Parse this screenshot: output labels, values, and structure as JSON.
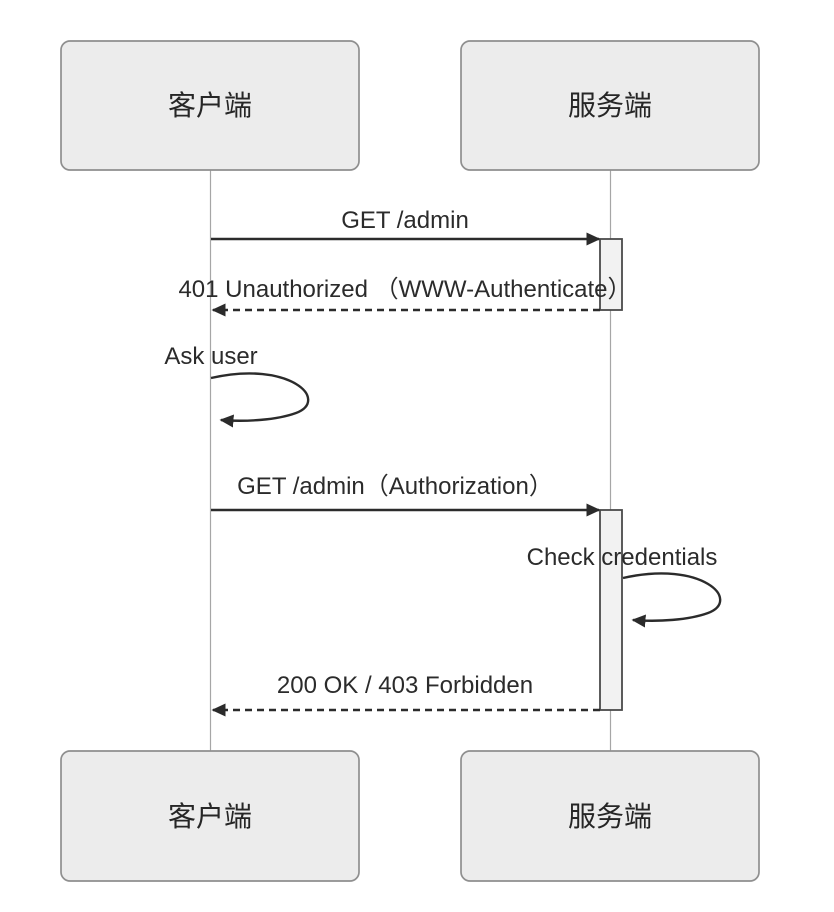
{
  "diagram": {
    "type": "sequence-diagram",
    "background_color": "#ffffff",
    "actors": [
      {
        "id": "client",
        "label": "客户端"
      },
      {
        "id": "server",
        "label": "服务端"
      }
    ],
    "messages": [
      {
        "index": 1,
        "label": "GET /admin",
        "from": "client",
        "to": "server",
        "style": "solid-arrow"
      },
      {
        "index": 2,
        "label": "401 Unauthorized （WWW-Authenticate）",
        "from": "server",
        "to": "client",
        "style": "dashed-arrow"
      },
      {
        "index": 3,
        "label": "Ask user",
        "from": "client",
        "to": "client",
        "style": "self-loop"
      },
      {
        "index": 4,
        "label": "GET /admin（Authorization）",
        "from": "client",
        "to": "server",
        "style": "solid-arrow"
      },
      {
        "index": 5,
        "label": "Check credentials",
        "from": "server",
        "to": "server",
        "style": "self-loop"
      },
      {
        "index": 6,
        "label": "200 OK / 403 Forbidden",
        "from": "server",
        "to": "client",
        "style": "dashed-arrow"
      }
    ],
    "activations": [
      {
        "on": "server",
        "after_message": 1,
        "until_message": 2
      },
      {
        "on": "server",
        "after_message": 4,
        "until_message": 6
      }
    ],
    "colors": {
      "actor_fill": "#ececec",
      "actor_border": "#8f8f8f",
      "lifeline": "#a6a6a6",
      "message_line": "#2b2b2b",
      "text": "#262626",
      "activation_fill": "#f2f2f2",
      "activation_border": "#4a4a4a"
    }
  }
}
